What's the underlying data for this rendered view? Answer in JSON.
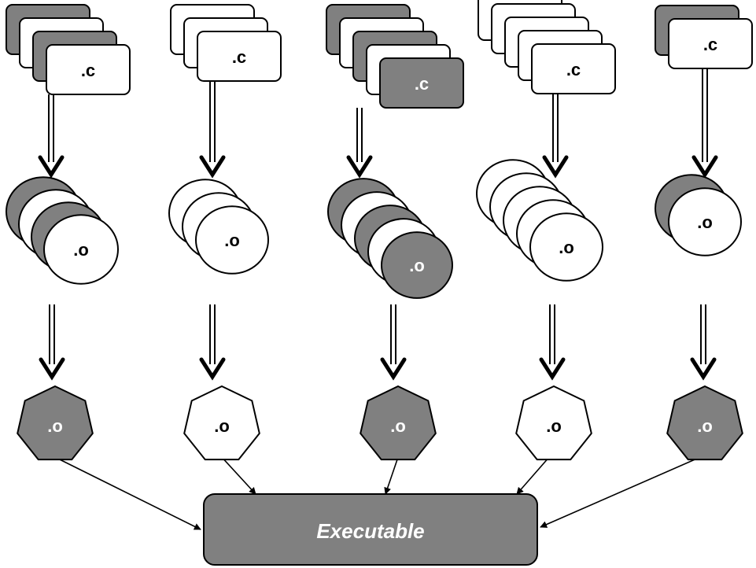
{
  "colors": {
    "gray": "#808080",
    "white": "#ffffff",
    "stroke": "#000000",
    "executable_text": "#ffffff"
  },
  "columns": [
    {
      "source_label": ".c",
      "source_fills": [
        "gray",
        "white",
        "gray",
        "white"
      ],
      "object_label": ".o",
      "object_fills": [
        "gray",
        "white",
        "gray",
        "white"
      ],
      "linked_label": ".o",
      "linked_fill": "gray"
    },
    {
      "source_label": ".c",
      "source_fills": [
        "white",
        "white",
        "white"
      ],
      "object_label": ".o",
      "object_fills": [
        "white",
        "white",
        "white"
      ],
      "linked_label": ".o",
      "linked_fill": "white"
    },
    {
      "source_label": ".c",
      "source_fills": [
        "gray",
        "white",
        "gray",
        "white",
        "gray"
      ],
      "object_label": ".o",
      "object_fills": [
        "gray",
        "white",
        "gray",
        "white",
        "gray"
      ],
      "linked_label": ".o",
      "linked_fill": "gray"
    },
    {
      "source_label": ".c",
      "source_fills": [
        "white",
        "white",
        "white",
        "white",
        "white"
      ],
      "object_label": ".o",
      "object_fills": [
        "white",
        "white",
        "white",
        "white",
        "white"
      ],
      "linked_label": ".o",
      "linked_fill": "white"
    },
    {
      "source_label": ".c",
      "source_fills": [
        "gray",
        "white"
      ],
      "object_label": ".o",
      "object_fills": [
        "gray",
        "white"
      ],
      "linked_label": ".o",
      "linked_fill": "gray"
    }
  ],
  "executable": {
    "label": "Executable"
  }
}
